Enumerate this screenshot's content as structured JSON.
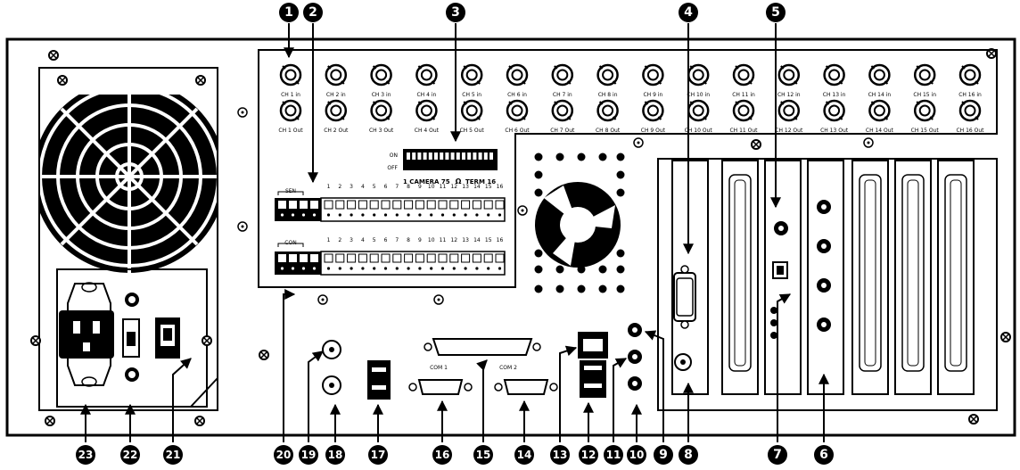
{
  "callouts": {
    "top": [
      "1",
      "2",
      "3",
      "4",
      "5"
    ],
    "bottom": [
      "23",
      "22",
      "21",
      "20",
      "19",
      "18",
      "17",
      "16",
      "15",
      "14",
      "13",
      "12",
      "11",
      "10",
      "9",
      "8",
      "7",
      "6"
    ]
  },
  "bnc": {
    "in_labels": [
      "CH 1 in",
      "CH 2 in",
      "CH 3 in",
      "CH 4 in",
      "CH 5 in",
      "CH 6 in",
      "CH 7 in",
      "CH 8 in",
      "CH 9 in",
      "CH 10 in",
      "CH 11 in",
      "CH 12 in",
      "CH 13 in",
      "CH 14 in",
      "CH 15 in",
      "CH 16 in"
    ],
    "out_labels": [
      "CH 1 Out",
      "CH 2 Out",
      "CH 3 Out",
      "CH 4 Out",
      "CH 5 Out",
      "CH 6 Out",
      "CH 7 Out",
      "CH 8 Out",
      "CH 9 Out",
      "CH 10 Out",
      "CH 11 Out",
      "CH 12 Out",
      "CH 13 Out",
      "CH 14 Out",
      "CH 15 Out",
      "CH 16 Out"
    ]
  },
  "dip": {
    "on": "ON",
    "off": "OFF",
    "caption_left": "1  CAMERA  75",
    "ohm": "Ω",
    "caption_right": "TERM  16"
  },
  "terminals": {
    "sensor_label": "SEN",
    "control_label": "CON",
    "numbers": [
      "1",
      "2",
      "3",
      "4",
      "5",
      "6",
      "7",
      "8",
      "9",
      "10",
      "11",
      "12",
      "13",
      "14",
      "15",
      "16"
    ]
  },
  "ports": {
    "com1": "COM 1",
    "com2": "COM 2"
  },
  "colors": {
    "ink": "#000000",
    "paper": "#ffffff"
  }
}
